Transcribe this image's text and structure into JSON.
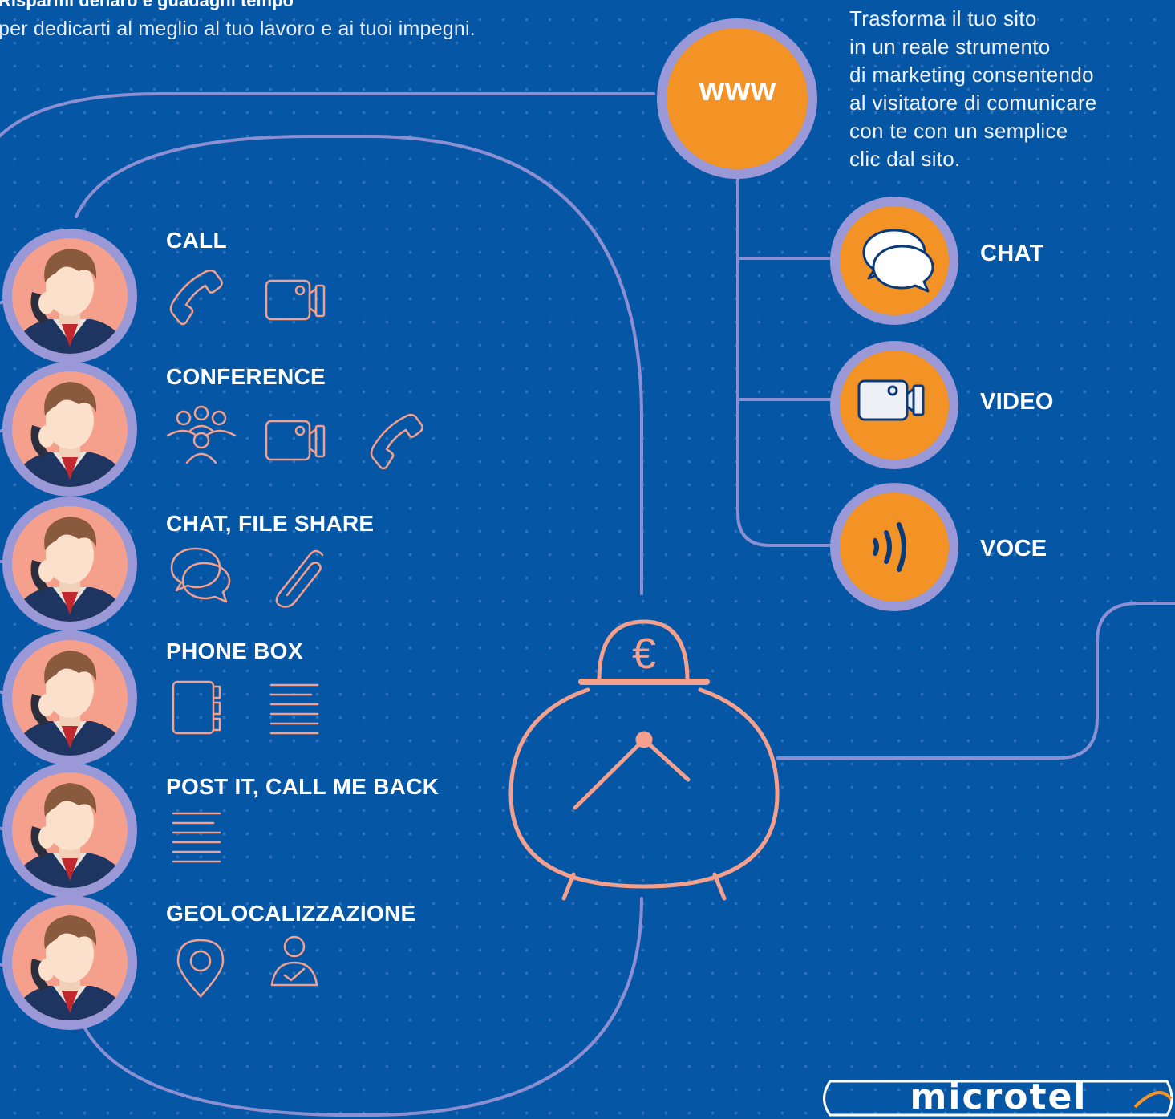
{
  "header": {
    "title": "Risparmi denaro e guadagni tempo",
    "subtitle": "per dedicarti al meglio al tuo lavoro e ai tuoi impegni."
  },
  "www": {
    "label": "www",
    "description": [
      "Trasforma il tuo sito",
      "in un reale strumento",
      "di marketing consentendo",
      "al visitatore di comunicare",
      "con te con un semplice",
      "clic dal sito."
    ]
  },
  "channels": [
    {
      "label": "CHAT",
      "icon": "chat-bubbles-icon"
    },
    {
      "label": "VIDEO",
      "icon": "video-camera-icon"
    },
    {
      "label": "VOCE",
      "icon": "voice-waves-icon"
    }
  ],
  "features": [
    {
      "title": "CALL",
      "icons": [
        "phone-icon",
        "video-camera-icon"
      ]
    },
    {
      "title": "CONFERENCE",
      "icons": [
        "group-icon",
        "video-camera-icon",
        "phone-icon"
      ]
    },
    {
      "title": "CHAT, FILE SHARE",
      "icons": [
        "chat-bubbles-icon",
        "paperclip-icon"
      ]
    },
    {
      "title": "PHONE BOX",
      "icons": [
        "address-book-icon",
        "text-lines-icon"
      ]
    },
    {
      "title": "POST IT, CALL ME BACK",
      "icons": [
        "text-lines-icon"
      ]
    },
    {
      "title": "GEOLOCALIZZAZIONE",
      "icons": [
        "location-pin-icon",
        "user-check-icon"
      ]
    }
  ],
  "center": {
    "icon": "euro-clock-icon",
    "symbol": "€"
  },
  "logo": {
    "text": "microtel"
  },
  "colors": {
    "background": "#0656a6",
    "orange": "#f39325",
    "salmon": "#f4a08c",
    "lilac": "#9a98d6",
    "line": "#8c8fd2"
  }
}
